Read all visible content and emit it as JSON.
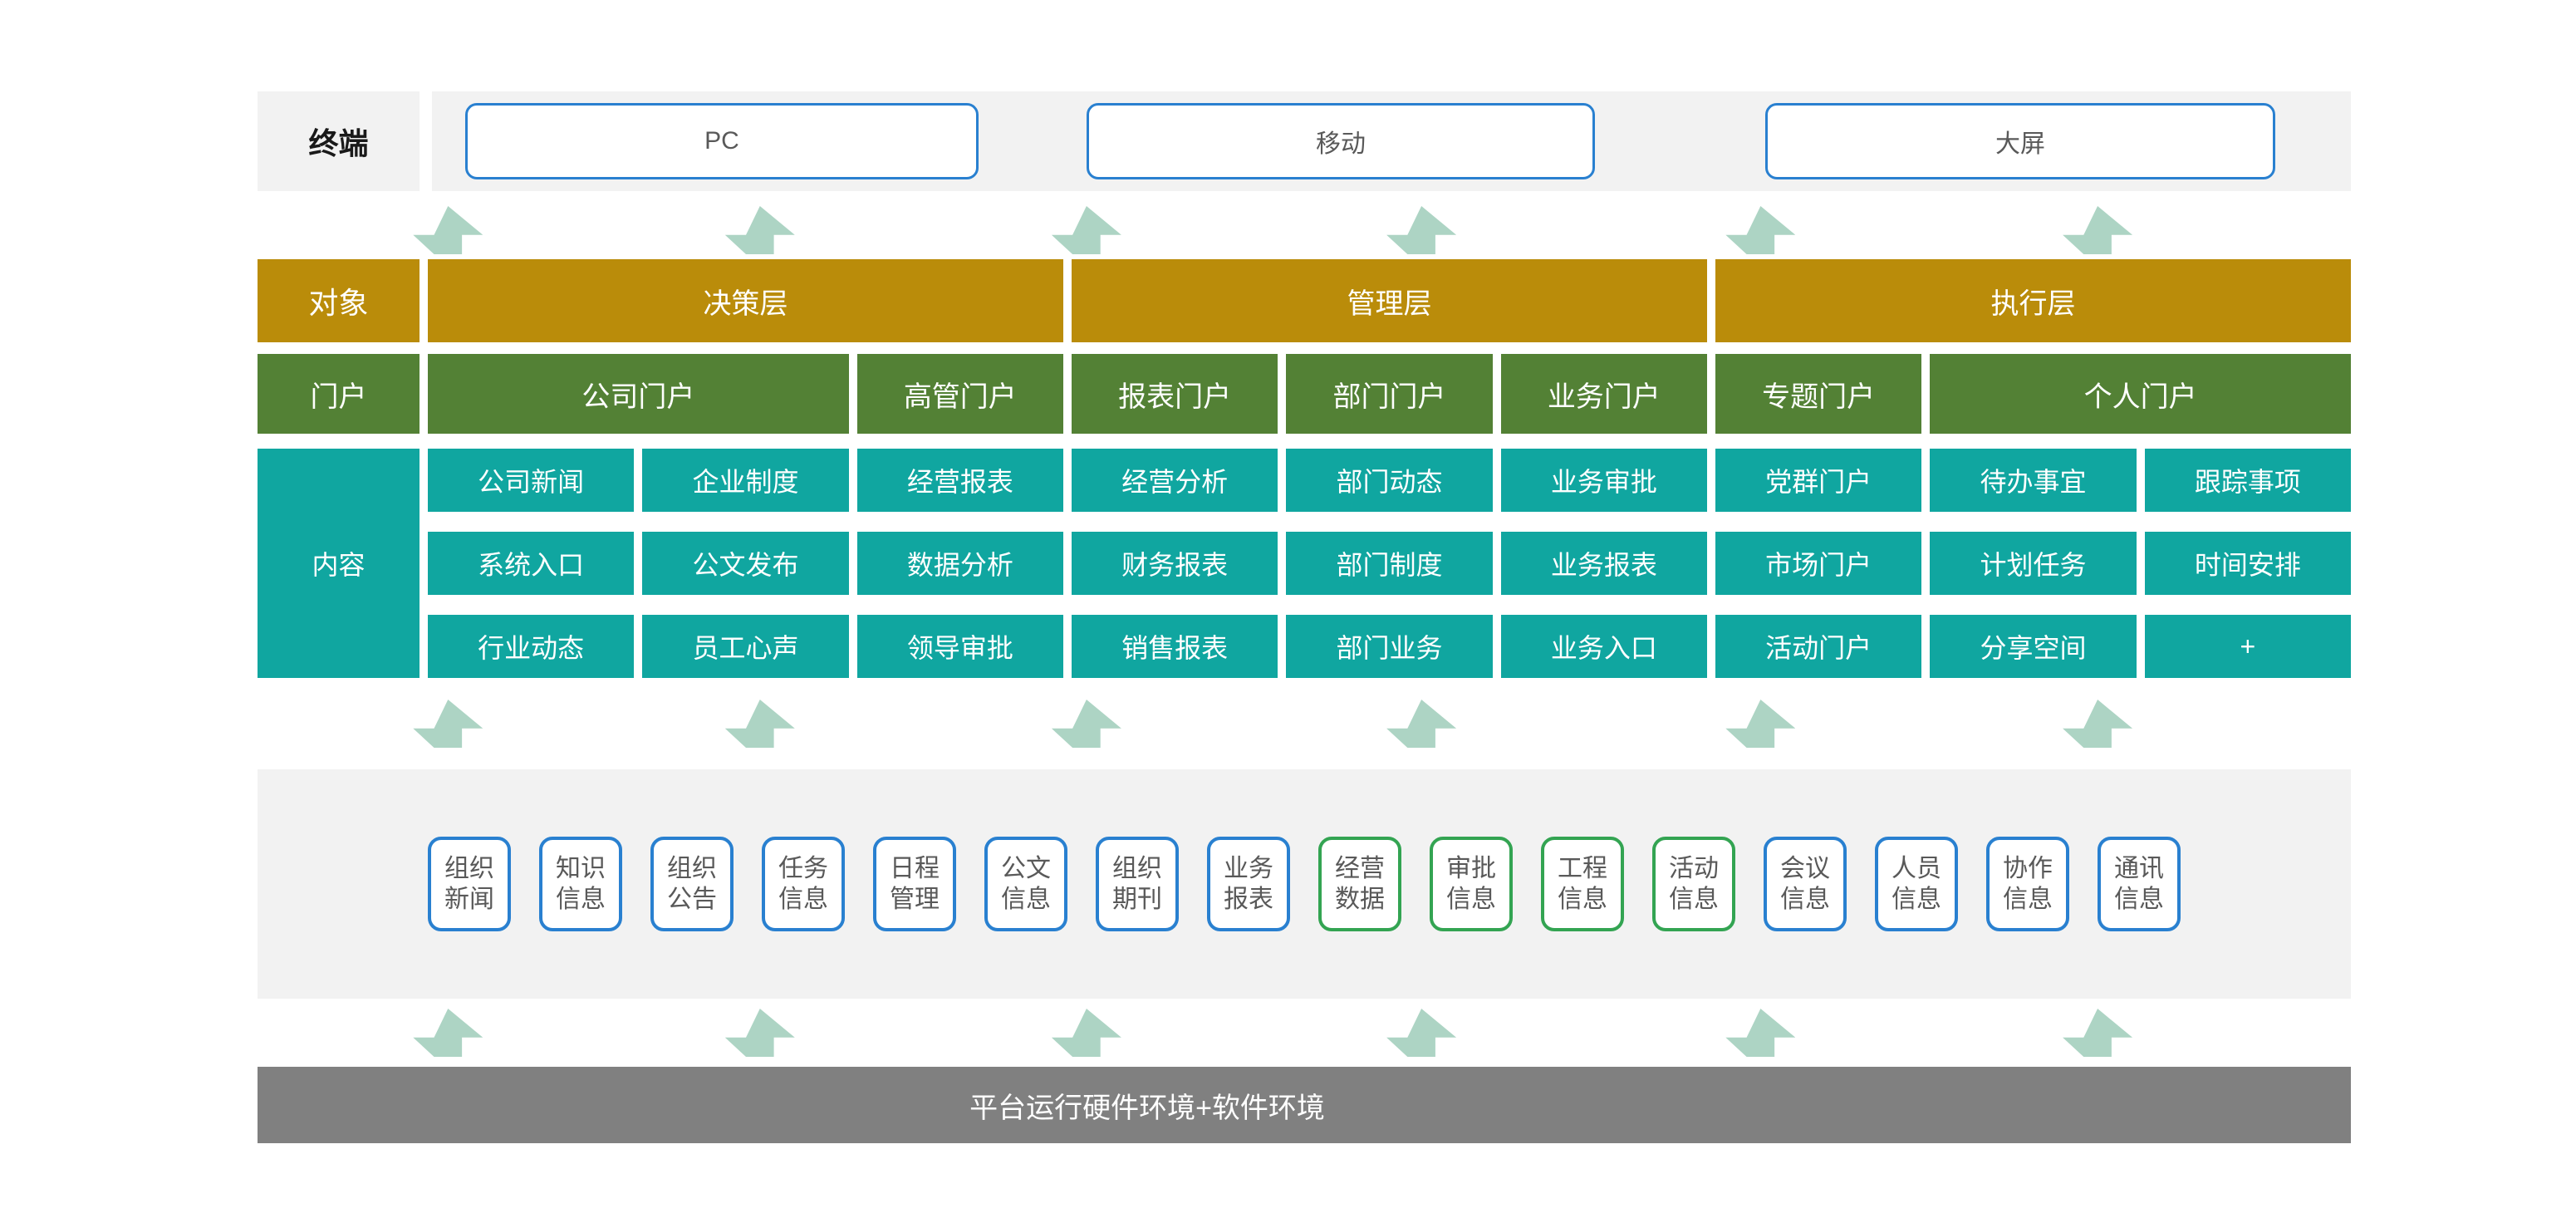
{
  "colors": {
    "gold": "#ba8c0a",
    "portal_green": "#538135",
    "teal": "#10a6a0",
    "arrow_mint": "#add4c4",
    "band_gray": "#f2f2f2",
    "platform_gray": "#808080",
    "blue_border": "#2980d0",
    "green_border": "#33a452",
    "muted_text": "#595959"
  },
  "terminal": {
    "label": "终端",
    "devices": [
      "PC",
      "移动",
      "大屏"
    ]
  },
  "audience": {
    "label": "对象",
    "layers": [
      "决策层",
      "管理层",
      "执行层"
    ]
  },
  "portal": {
    "label": "门户",
    "items": [
      "公司门户",
      "高管门户",
      "报表门户",
      "部门门户",
      "业务门户",
      "专题门户",
      "个人门户"
    ]
  },
  "content": {
    "label": "内容",
    "rows": [
      [
        "公司新闻",
        "企业制度",
        "经营报表",
        "经营分析",
        "部门动态",
        "业务审批",
        "党群门户",
        "待办事宜",
        "跟踪事项"
      ],
      [
        "系统入口",
        "公文发布",
        "数据分析",
        "财务报表",
        "部门制度",
        "业务报表",
        "市场门户",
        "计划任务",
        "时间安排"
      ],
      [
        "行业动态",
        "员工心声",
        "领导审批",
        "销售报表",
        "部门业务",
        "业务入口",
        "活动门户",
        "分享空间",
        "+"
      ]
    ]
  },
  "info_boxes": [
    {
      "line1": "组织",
      "line2": "新闻",
      "accent": "blue"
    },
    {
      "line1": "知识",
      "line2": "信息",
      "accent": "blue"
    },
    {
      "line1": "组织",
      "line2": "公告",
      "accent": "blue"
    },
    {
      "line1": "任务",
      "line2": "信息",
      "accent": "blue"
    },
    {
      "line1": "日程",
      "line2": "管理",
      "accent": "blue"
    },
    {
      "line1": "公文",
      "line2": "信息",
      "accent": "blue"
    },
    {
      "line1": "组织",
      "line2": "期刊",
      "accent": "blue"
    },
    {
      "line1": "业务",
      "line2": "报表",
      "accent": "blue"
    },
    {
      "line1": "经营",
      "line2": "数据",
      "accent": "green"
    },
    {
      "line1": "审批",
      "line2": "信息",
      "accent": "green"
    },
    {
      "line1": "工程",
      "line2": "信息",
      "accent": "green"
    },
    {
      "line1": "活动",
      "line2": "信息",
      "accent": "green"
    },
    {
      "line1": "会议",
      "line2": "信息",
      "accent": "blue"
    },
    {
      "line1": "人员",
      "line2": "信息",
      "accent": "blue"
    },
    {
      "line1": "协作",
      "line2": "信息",
      "accent": "blue"
    },
    {
      "line1": "通讯",
      "line2": "信息",
      "accent": "blue"
    }
  ],
  "platform": {
    "label": "平台运行硬件环境+软件环境"
  }
}
